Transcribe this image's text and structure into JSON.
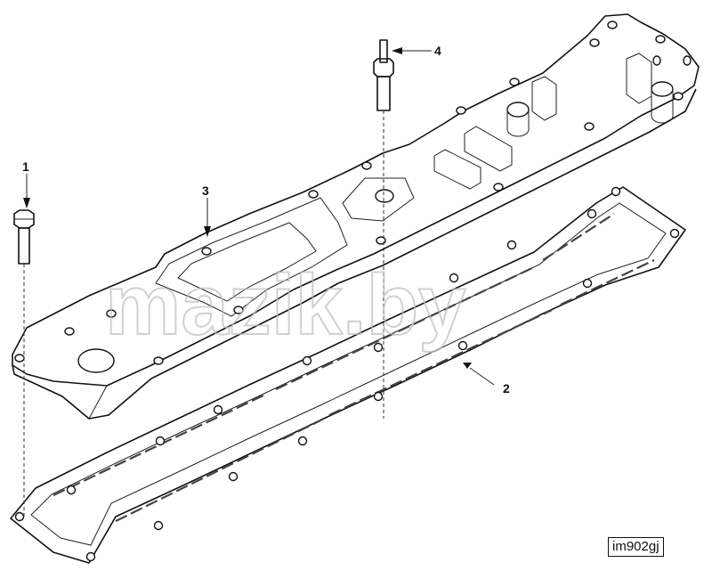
{
  "callouts": [
    {
      "id": "1",
      "label": "1"
    },
    {
      "id": "2",
      "label": "2"
    },
    {
      "id": "3",
      "label": "3"
    },
    {
      "id": "4",
      "label": "4"
    }
  ],
  "watermark": "mazik.by",
  "reference_code": "im902gj"
}
